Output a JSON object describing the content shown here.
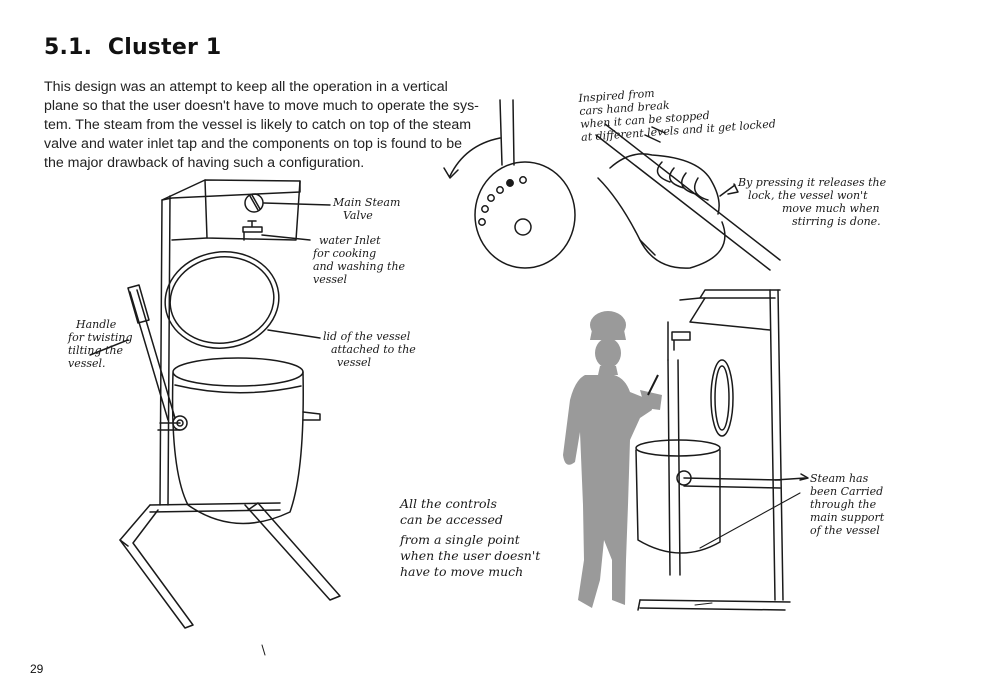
{
  "section": {
    "number": "5.1.",
    "title": "Cluster 1"
  },
  "intro_lines": [
    "This design was an attempt to keep all the operation in a vertical",
    "plane so that the user doesn't have  to move much to operate the sys-",
    "tem. The steam from the vessel is likely to catch on top of the steam",
    "valve and water inlet tap and the components on top is found to be",
    "the major drawback of having such a configuration."
  ],
  "annotations": {
    "main_steam_valve": [
      "Main Steam",
      "Valve"
    ],
    "water_inlet": [
      "water Inlet",
      "for cooking",
      "and washing the",
      "vessel"
    ],
    "handle": [
      "Handle",
      "for twisting",
      "tilting the",
      "vessel."
    ],
    "lid": [
      "lid of the vessel",
      "attached to the",
      "vessel"
    ],
    "inspired": [
      "Inspired  from",
      "cars hand break",
      "when it can be stopped",
      "at different levels and it get locked"
    ],
    "pressing": [
      "By pressing it releases the",
      "lock,  the vessel won't",
      "move much when",
      "stirring  is done."
    ],
    "controls": [
      "All the controls",
      "can be accessed",
      "from  a  single point",
      "when the user doesn't",
      "have  to  move  much"
    ],
    "steam": [
      "Steam has",
      "been Carried",
      "through the",
      "main support",
      "of the vessel"
    ]
  },
  "page_number": "29",
  "colors": {
    "ink": "#1a1a1a",
    "silhouette": "#9a9a9a",
    "background": "#ffffff"
  }
}
